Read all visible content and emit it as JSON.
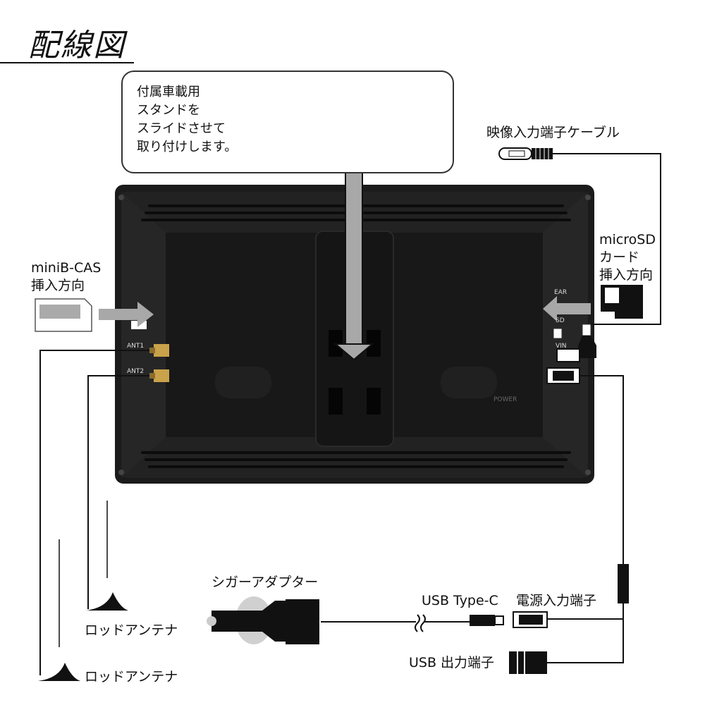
{
  "title": "配線図",
  "callout": {
    "lines": [
      "付属車載用",
      "スタンドを",
      "スライドさせて",
      "取り付けします。"
    ]
  },
  "labels": {
    "video_cable": "映像入力端子ケーブル",
    "microsd": [
      "microSD",
      "カード",
      "挿入方向"
    ],
    "minibcas": [
      "miniB-CAS",
      "挿入方向"
    ],
    "cigar_adapter": "シガーアダプター",
    "usb_typec": "USB Type-C",
    "power_input": "電源入力端子",
    "usb_output": "USB 出力端子",
    "rod_antenna_1": "ロッドアンテナ",
    "rod_antenna_2": "ロッドアンテナ"
  },
  "device_ports": {
    "ant1": "ANT1",
    "ant2": "ANT2",
    "ear": "EAR",
    "sd": "SD",
    "vin": "VIN",
    "power": "POWER"
  },
  "colors": {
    "device_body": "#1b1b1b",
    "arrow_gray": "#a8a8a8",
    "connector_gold": "#c9a24a",
    "line": "#111111"
  }
}
